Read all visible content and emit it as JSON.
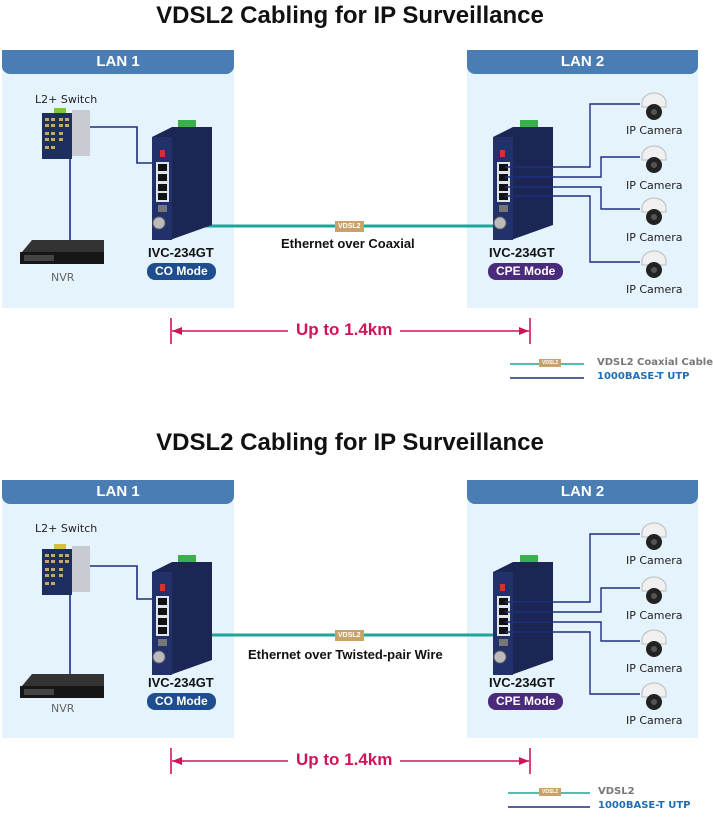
{
  "colors": {
    "lan_header": "#4a7db3",
    "lan_bg": "#e5f3fd",
    "coax_line": "#1ea59a",
    "utp_line": "#1c2f80",
    "distance": "#d0145a",
    "co_mode": "#1e4e8f",
    "cpe_mode": "#4a2a7a",
    "vdsl_tag": "#c9a26a"
  },
  "diagrams": [
    {
      "title": "VDSL2 Cabling for IP Surveillance",
      "lan1": {
        "header": "LAN 1",
        "switch_label": "L2+ Switch",
        "nvr_label": "NVR",
        "device_model": "IVC-234GT",
        "device_mode": "CO Mode"
      },
      "lan2": {
        "header": "LAN 2",
        "device_model": "IVC-234GT",
        "device_mode": "CPE Mode",
        "cameras": [
          "IP Camera",
          "IP Camera",
          "IP Camera",
          "IP Camera"
        ]
      },
      "link_tag": "VDSL2",
      "link_caption": "Ethernet over Coaxial",
      "distance": "Up to 1.4km",
      "legend": [
        {
          "tag": "VDSL2",
          "label": "VDSL2 Coaxial Cable",
          "type": "coax"
        },
        {
          "label": "1000BASE-T UTP",
          "type": "utp"
        }
      ]
    },
    {
      "title": "VDSL2 Cabling for IP Surveillance",
      "lan1": {
        "header": "LAN 1",
        "switch_label": "L2+ Switch",
        "nvr_label": "NVR",
        "device_model": "IVC-234GT",
        "device_mode": "CO Mode"
      },
      "lan2": {
        "header": "LAN 2",
        "device_model": "IVC-234GT",
        "device_mode": "CPE Mode",
        "cameras": [
          "IP Camera",
          "IP Camera",
          "IP Camera",
          "IP Camera"
        ]
      },
      "link_tag": "VDSL2",
      "link_caption": "Ethernet over Twisted-pair Wire",
      "distance": "Up to 1.4km",
      "legend": [
        {
          "tag": "VDSL2",
          "label": "VDSL2",
          "type": "coax"
        },
        {
          "label": "1000BASE-T UTP",
          "type": "utp"
        }
      ]
    }
  ]
}
